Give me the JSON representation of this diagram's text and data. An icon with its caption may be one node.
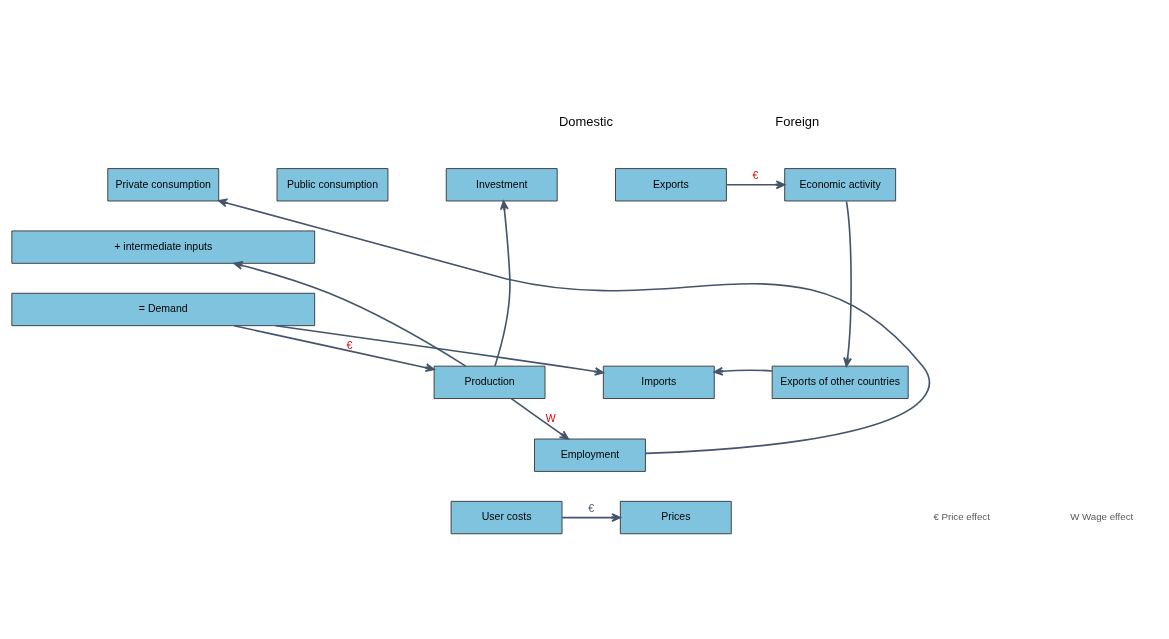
{
  "diagram": {
    "nodes": [
      {
        "text": [
          "Private consumption"
        ]
      },
      {
        "text": [
          "Public consumption"
        ]
      },
      {
        "text": [
          "Investment"
        ]
      },
      {
        "text": [
          "Exports"
        ]
      },
      {
        "text": [
          "+ intermediate inputs"
        ]
      },
      {
        "text": [
          "= Demand"
        ]
      },
      {
        "text": [
          "Economic activity"
        ]
      },
      {
        "text": [
          "Production"
        ]
      },
      {
        "text": [
          "Imports"
        ]
      },
      {
        "text": [
          "Exports of other countries"
        ]
      },
      {
        "text": [
          "Employment"
        ]
      },
      {
        "text": [
          "User costs"
        ]
      },
      {
        "text": [
          "Prices"
        ]
      }
    ],
    "edges": [
      {
        "from": 7,
        "to": 2,
        "arrow": "to"
      },
      {
        "from": 7,
        "to": 4,
        "arrow": "to"
      },
      {
        "from": 10,
        "to": 0,
        "arrow": "to"
      },
      {
        "from": 3,
        "to": 6,
        "arrow": "to",
        "label": "€"
      },
      {
        "from": 6,
        "to": 9,
        "arrow": "to"
      },
      {
        "from": 9,
        "to": 8,
        "arrow": "to"
      },
      {
        "from": 5,
        "to": 7,
        "arrow": "to",
        "label": "€"
      },
      {
        "from": 5,
        "to": 8,
        "arrow": "to"
      },
      {
        "from": 7,
        "to": 10,
        "arrow": "to",
        "label": "W"
      },
      {
        "from": 11,
        "to": 12,
        "arrow": "to",
        "label": "€",
        "color": "#44546a"
      }
    ],
    "labels": [
      "Domestic",
      "Foreign"
    ],
    "legend": [
      {
        "text": "€ Price effect"
      },
      {
        "text": "W Wage effect"
      }
    ]
  }
}
